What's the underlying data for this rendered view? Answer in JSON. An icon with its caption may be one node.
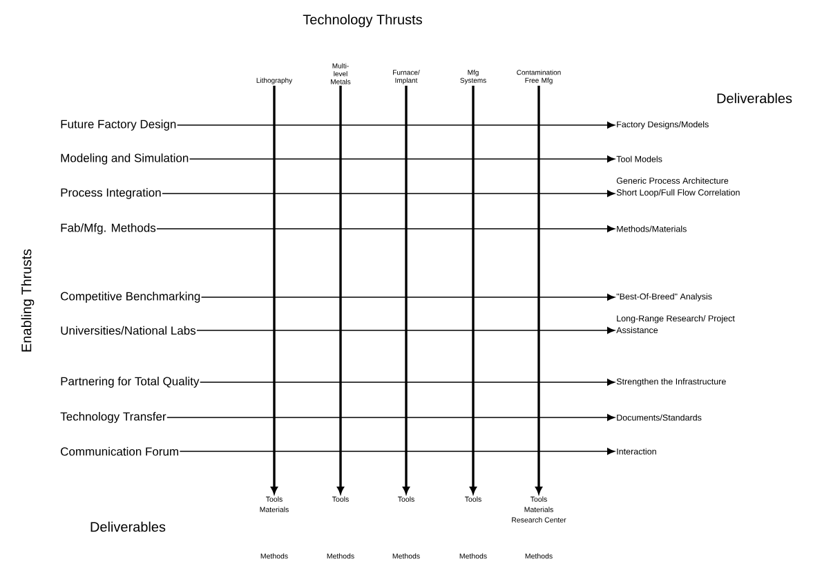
{
  "diagram": {
    "title": "Technology Thrusts",
    "nodes": [
      {
        "text": [
          "Lithography"
        ]
      },
      {
        "text": [
          "Multi- level Metals"
        ]
      },
      {
        "text": [
          "Furnace/ Implant"
        ]
      },
      {
        "text": [
          "Mfg Systems"
        ]
      },
      {
        "text": [
          "Contamination Free Mfg"
        ]
      },
      {
        "text": [
          "Future Factory Design"
        ]
      },
      {
        "text": [
          "Modeling and Simulation"
        ]
      },
      {
        "text": [
          "Process Integration"
        ]
      },
      {
        "text": [
          "Fab/Mfg. Methods"
        ]
      },
      {
        "text": [
          "Competitive Benchmarking"
        ]
      },
      {
        "text": [
          "Universities/National Labs"
        ]
      },
      {
        "text": [
          "Partnering for Total Quality"
        ]
      },
      {
        "text": [
          "Technology Transfer"
        ]
      },
      {
        "text": [
          "Communication Forum"
        ]
      },
      {
        "text": [
          "Factory Designs/Models"
        ]
      },
      {
        "text": [
          "Tool Models"
        ]
      },
      {
        "text": [
          "Generic Process Architecture",
          "Short Loop/Full Flow Correlation"
        ]
      },
      {
        "text": [
          "Methods/Materials"
        ]
      },
      {
        "text": [
          "\"Best-Of-Breed\" Analysis"
        ]
      },
      {
        "text": [
          "Long-Range Research/ Project Assistance"
        ]
      },
      {
        "text": [
          "Strengthen the Infrastructure"
        ]
      },
      {
        "text": [
          "Documents/Standards"
        ]
      },
      {
        "text": [
          "Interaction"
        ]
      },
      {
        "text": [
          "Tools",
          "Materials",
          "Methods"
        ]
      },
      {
        "text": [
          "Tools",
          "Methods"
        ]
      },
      {
        "text": [
          "Tools",
          "Methods"
        ]
      },
      {
        "text": [
          "Tools",
          "Methods"
        ]
      },
      {
        "text": [
          "Tools",
          "Materials",
          "Research Center",
          "Methods"
        ]
      }
    ],
    "edges": [
      {
        "from": 5,
        "to": 14,
        "arrow": "to"
      },
      {
        "from": 6,
        "to": 15,
        "arrow": "to"
      },
      {
        "from": 7,
        "to": 16,
        "arrow": "to"
      },
      {
        "from": 8,
        "to": 17,
        "arrow": "to"
      },
      {
        "from": 9,
        "to": 18,
        "arrow": "to"
      },
      {
        "from": 10,
        "to": 19,
        "arrow": "to"
      },
      {
        "from": 11,
        "to": 20,
        "arrow": "to"
      },
      {
        "from": 12,
        "to": 21,
        "arrow": "to"
      },
      {
        "from": 13,
        "to": 22,
        "arrow": "to"
      },
      {
        "from": 0,
        "to": 23,
        "arrow": "to",
        "style": "thick"
      },
      {
        "from": 1,
        "to": 24,
        "arrow": "to",
        "style": "thick"
      },
      {
        "from": 2,
        "to": 25,
        "arrow": "to",
        "style": "thick"
      },
      {
        "from": 3,
        "to": 26,
        "arrow": "to",
        "style": "thick"
      },
      {
        "from": 4,
        "to": 27,
        "arrow": "to",
        "style": "thick"
      }
    ],
    "labels": [
      "Deliverables",
      "Enabling Thrusts",
      "Deliverables"
    ]
  }
}
